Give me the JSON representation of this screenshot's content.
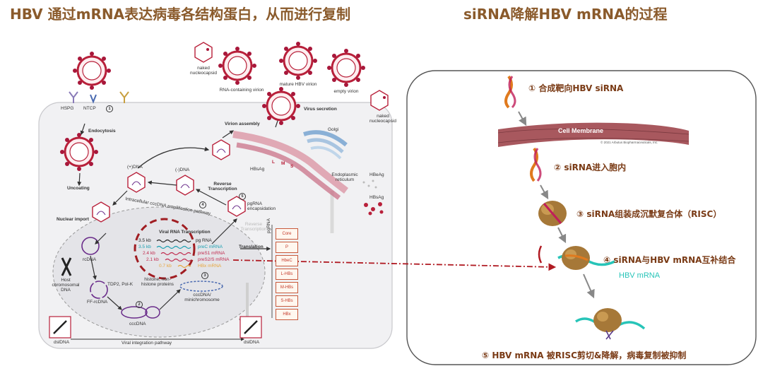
{
  "titles": {
    "left": "HBV 通过mRNA表达病毒各结构蛋白，从而进行复制",
    "right": "siRNA降解HBV mRNA的过程"
  },
  "left_diagram": {
    "labels": {
      "hspg": "HSPG",
      "ntcp": "NTCP",
      "step1": "1",
      "endocytosis": "Endocytosis",
      "uncoating": "Uncoating",
      "nuclear_import": "Nuclear import",
      "rcdna": "rcDNA",
      "host_dna": "Host chromosomal DNA",
      "tdp2": "TDP2, Pol-K",
      "ff_rcdna": "FF-rcDNA",
      "step2": "2",
      "cccdna": "cccDNA",
      "step3": "3",
      "histone": "histone, non-histone proteins",
      "minichromosome": "cccDNA/ minichromosome",
      "plus_dna": "(+)DNA",
      "minus_dna": "(-)DNA",
      "reverse_transcription": "Reverse Transcription",
      "step4": "4",
      "step5": "5",
      "pgrna_encap": "pgRNA encapsidation",
      "reverse_transcription_faded": "Reverse Transcription",
      "amplification": "Intracellular cccDNA amplification pathway",
      "viral_rna_transcription": "Viral RNA Transcription",
      "translation": "Translation",
      "pgrna_vertical": "pgRNA",
      "virion_assembly": "Virion assembly",
      "virus_secretion": "Virus secretion",
      "golgi": "Golgi",
      "er": "Endoplasmic reticulum",
      "hbsag_er": "HBsAg",
      "hbeag": "HBeAg",
      "hbsag": "HBsAg",
      "naked_nc_top": "naked nucleocapsid",
      "rna_virion": "RNA-containing virion",
      "mature_virion": "mature HBV virion",
      "empty_virion": "empty virion",
      "naked_nc_right": "naked nucleocapsid",
      "dsldna_left": "dslDNA",
      "dsldna_right": "dslDNA",
      "integration": "Viral integration pathway",
      "lms_l": "L",
      "lms_m": "M",
      "lms_s": "S"
    },
    "rnas": [
      {
        "size": "3.5 kb",
        "name": "pg RNA",
        "color": "#222222"
      },
      {
        "size": "3.5 kb",
        "name": "preC mRNA",
        "color": "#1a9fb0"
      },
      {
        "size": "2.4 kb",
        "name": "preS1 mRNA",
        "color": "#c0294d"
      },
      {
        "size": "2.1 kb",
        "name": "preS2/S mRNA",
        "color": "#c0294d"
      },
      {
        "size": "0.7 kb",
        "name": "HBx mRNA",
        "color": "#e8a53a"
      }
    ],
    "proteins": [
      "Core",
      "P",
      "HbeC",
      "L-HBs",
      "M-HBs",
      "S-HBs",
      "HBx"
    ]
  },
  "right_diagram": {
    "steps": [
      "① 合成靶向HBV siRNA",
      "② siRNA进入胞内",
      "③ siRNA组装成沉默复合体（RISC）",
      "④ siRNA与HBV mRNA互补结合",
      "⑤ HBV mRNA 被RISC剪切&降解，病毒复制被抑制"
    ],
    "cell_membrane": "Cell Membrane",
    "copyright": "© 2021 Arbutus Biopharmaceuticals, Inc.",
    "hbv_mrna": "HBV mRNA"
  },
  "colors": {
    "title": "#8a5a2b",
    "step_text": "#7a3b16",
    "virus_red": "#b8203a",
    "mrna_teal": "#27c4b8",
    "membrane": "#a8585e"
  }
}
